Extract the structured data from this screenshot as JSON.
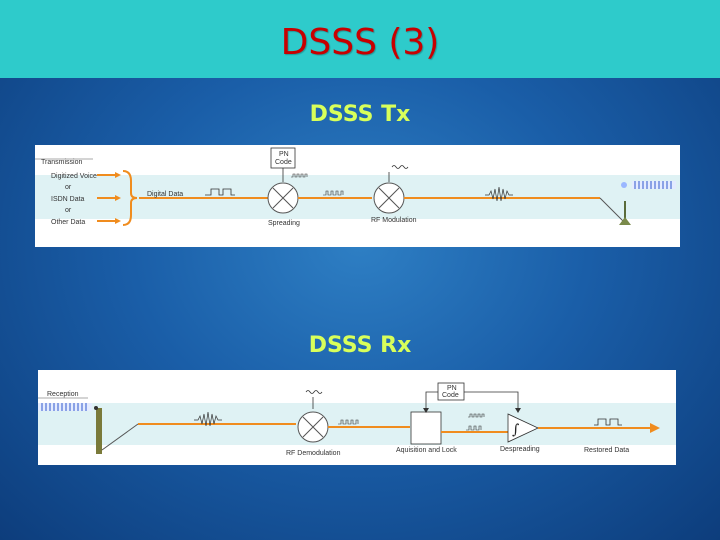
{
  "slide": {
    "title": "DSSS (3)",
    "tx_heading": "DSSS Tx",
    "rx_heading": "DSSS Rx"
  },
  "tx_diagram": {
    "section_label": "Transmission",
    "inputs": [
      "Digitized Voice",
      "or",
      "ISDN Data",
      "or",
      "Other Data"
    ],
    "digital_data_label": "Digital Data",
    "pn_code_label": "PN\nCode",
    "spreading_label": "Spreading",
    "rf_modulation_label": "RF Modulation"
  },
  "rx_diagram": {
    "section_label": "Reception",
    "rf_demodulation_label": "RF Demodulation",
    "pn_code_label": "PN\nCode",
    "acquisition_label": "Aquisition and Lock",
    "despreading_label": "Despreading",
    "restored_data_label": "Restored Data",
    "integral_symbol": "∫"
  },
  "colors": {
    "title_bar": "#2ecbcb",
    "title_text": "#c80000",
    "heading_text": "#d8ff5a",
    "signal_line": "#f08c1e",
    "band": "#dff2f4"
  }
}
